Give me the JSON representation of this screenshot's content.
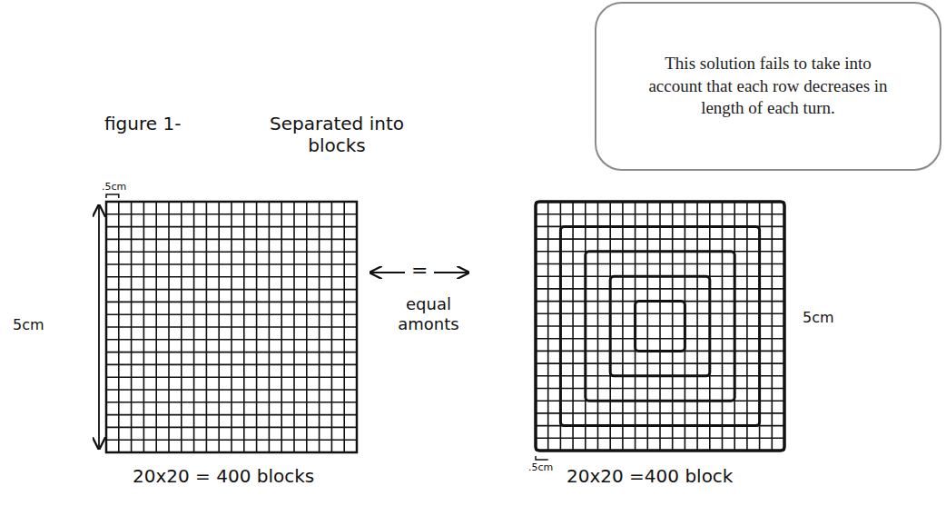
{
  "diagram": {
    "nodes": [
      {
        "text": [
          "This solution fails to take into account that each row decreases in length of each turn."
        ]
      }
    ],
    "labels": [
      "figure 1-",
      "Separated into blocks",
      ".5cm",
      "5cm",
      "=",
      "equal amonts",
      "5cm",
      ".5cm",
      "20x20 = 400 blocks",
      "20x20 =400 block"
    ]
  }
}
